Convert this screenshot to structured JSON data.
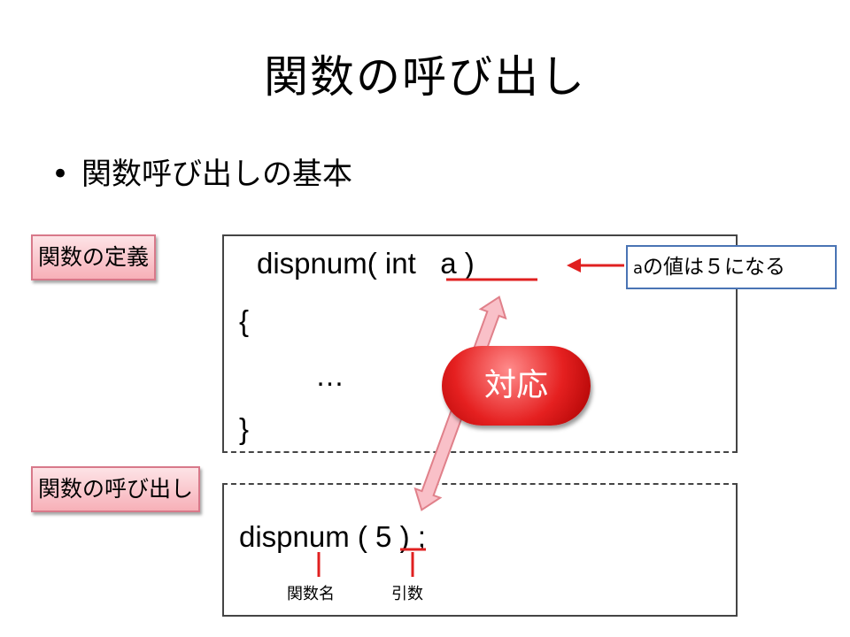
{
  "title": "関数の呼び出し",
  "bullet": {
    "symbol": "•",
    "text": "関数呼び出しの基本"
  },
  "labels": {
    "definition": "関数の定義",
    "call": "関数の呼び出し"
  },
  "definition_code": {
    "signature": "dispnum( int   a )",
    "open_brace": "{",
    "ellipsis": "…",
    "close_brace": "}"
  },
  "call_code": "dispnum ( 5 ) ;",
  "annotation": {
    "prefix": "a",
    "text": "の値は５になる"
  },
  "correspondence": "対応",
  "sub_labels": {
    "function_name": "関数名",
    "argument": "引数"
  },
  "colors": {
    "accent_red": "#e02020",
    "note_border": "#4a74b4",
    "tag_fill": "#f7b0b8",
    "arrow_fill": "#f9c0c8"
  }
}
